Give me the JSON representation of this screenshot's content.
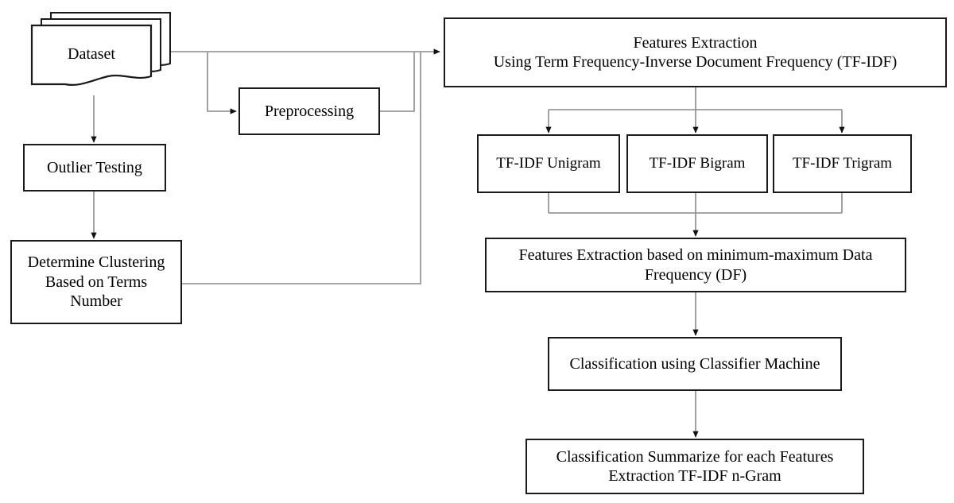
{
  "diagram": {
    "title": "Research methodology flowchart for TF-IDF n-Gram feature extraction and classification",
    "type": "flowchart",
    "background_color": "#ffffff",
    "node_border_color": "#1a1a1a",
    "connector_color": "#808080",
    "arrowhead_color": "#000000",
    "nodes": [
      {
        "id": "dataset",
        "shape": "multi-document",
        "label": "Dataset"
      },
      {
        "id": "preprocessing",
        "shape": "rectangle",
        "label": "Preprocessing"
      },
      {
        "id": "outlier-testing",
        "shape": "rectangle",
        "label": "Outlier Testing"
      },
      {
        "id": "determine-clustering",
        "shape": "rectangle",
        "label": "Determine Clustering Based on Terms Number"
      },
      {
        "id": "features-extraction-tfidf",
        "shape": "rectangle",
        "label": "Features Extraction\nUsing Term Frequency-Inverse Document Frequency (TF-IDF)"
      },
      {
        "id": "tfidf-unigram",
        "shape": "rectangle",
        "label": "TF-IDF Unigram"
      },
      {
        "id": "tfidf-bigram",
        "shape": "rectangle",
        "label": "TF-IDF Bigram"
      },
      {
        "id": "tfidf-trigram",
        "shape": "rectangle",
        "label": "TF-IDF Trigram"
      },
      {
        "id": "features-extraction-df",
        "shape": "rectangle",
        "label": "Features Extraction based on minimum-maximum Data Frequency (DF)"
      },
      {
        "id": "classification",
        "shape": "rectangle",
        "label": "Classification using Classifier Machine"
      },
      {
        "id": "classification-summary",
        "shape": "rectangle",
        "label": "Classification Summarize for each Features Extraction TF-IDF n-Gram"
      }
    ],
    "edges": [
      {
        "from": "dataset",
        "to": "features-extraction-tfidf"
      },
      {
        "from": "dataset",
        "to": "preprocessing"
      },
      {
        "from": "dataset",
        "to": "outlier-testing"
      },
      {
        "from": "preprocessing",
        "to": "features-extraction-tfidf"
      },
      {
        "from": "outlier-testing",
        "to": "determine-clustering"
      },
      {
        "from": "determine-clustering",
        "to": "features-extraction-tfidf"
      },
      {
        "from": "features-extraction-tfidf",
        "to": "tfidf-unigram"
      },
      {
        "from": "features-extraction-tfidf",
        "to": "tfidf-bigram"
      },
      {
        "from": "features-extraction-tfidf",
        "to": "tfidf-trigram"
      },
      {
        "from": "tfidf-unigram",
        "to": "features-extraction-df"
      },
      {
        "from": "tfidf-bigram",
        "to": "features-extraction-df"
      },
      {
        "from": "tfidf-trigram",
        "to": "features-extraction-df"
      },
      {
        "from": "features-extraction-df",
        "to": "classification"
      },
      {
        "from": "classification",
        "to": "classification-summary"
      }
    ],
    "labels": {
      "dataset": "Dataset",
      "preprocessing": "Preprocessing",
      "outlier_testing": "Outlier Testing",
      "determine_clustering_line1": "Determine Clustering",
      "determine_clustering_line2": "Based on Terms",
      "determine_clustering_line3": "Number",
      "features_extraction_line1": "Features Extraction",
      "features_extraction_line2": "Using Term Frequency-Inverse Document Frequency (TF-IDF)",
      "tfidf_unigram": "TF-IDF Unigram",
      "tfidf_bigram": "TF-IDF Bigram",
      "tfidf_trigram": "TF-IDF Trigram",
      "features_df_line1": "Features Extraction based on minimum-maximum Data",
      "features_df_line2": "Frequency (DF)",
      "classification": "Classification using Classifier Machine",
      "summary_line1": "Classification Summarize for each Features",
      "summary_line2": "Extraction TF-IDF n-Gram"
    }
  }
}
